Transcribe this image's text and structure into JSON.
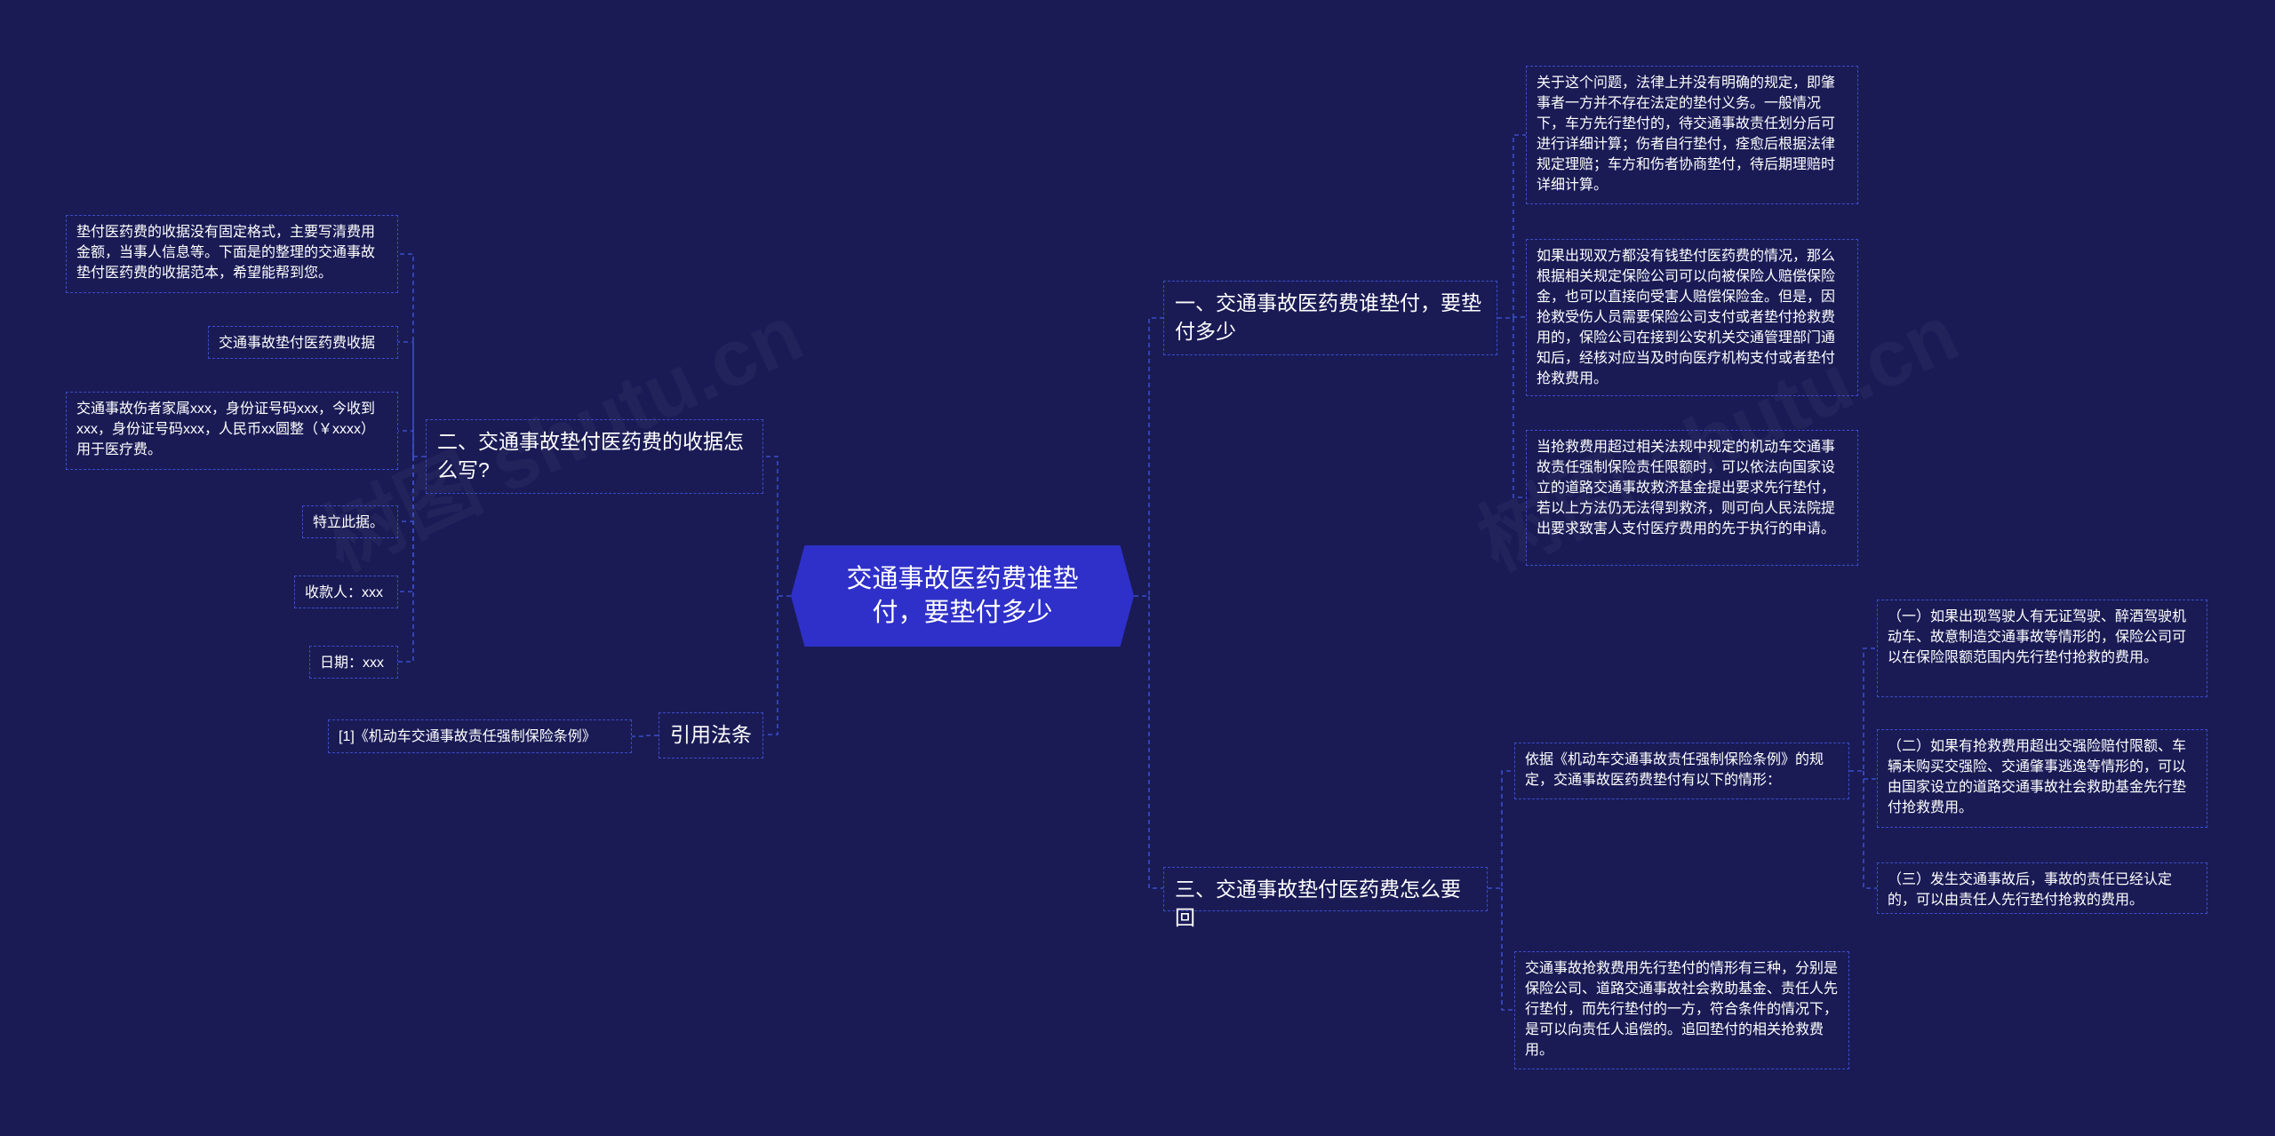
{
  "colors": {
    "background": "#1a1b55",
    "root": "#2f30c9",
    "line": "#3b4cc8"
  },
  "watermark": "树图 shutu.cn",
  "root": "交通事故医药费谁垫付，要垫付多少",
  "left": {
    "branch2": {
      "title": "二、交通事故垫付医药费的收据怎么写?",
      "items": [
        "垫付医药费的收据没有固定格式，主要写清费用金额，当事人信息等。下面是的整理的交通事故垫付医药费的收据范本，希望能帮到您。",
        "交通事故垫付医药费收据",
        "交通事故伤者家属xxx，身份证号码xxx，今收到xxx，身份证号码xxx，人民币xx圆整（￥xxxx）用于医疗费。",
        "特立此据。",
        "收款人：xxx",
        "日期：xxx"
      ]
    },
    "law": {
      "title": "引用法条",
      "items": [
        "[1]《机动车交通事故责任强制保险条例》"
      ]
    }
  },
  "right": {
    "branch1": {
      "title": "一、交通事故医药费谁垫付，要垫付多少",
      "items": [
        "关于这个问题，法律上并没有明确的规定，即肇事者一方并不存在法定的垫付义务。一般情况下，车方先行垫付的，待交通事故责任划分后可进行详细计算；伤者自行垫付，痊愈后根据法律规定理赔；车方和伤者协商垫付，待后期理赔时详细计算。",
        "如果出现双方都没有钱垫付医药费的情况，那么根据相关规定保险公司可以向被保险人赔偿保险金，也可以直接向受害人赔偿保险金。但是，因抢救受伤人员需要保险公司支付或者垫付抢救费用的，保险公司在接到公安机关交通管理部门通知后，经核对应当及时向医疗机构支付或者垫付抢救费用。",
        "当抢救费用超过相关法规中规定的机动车交通事故责任强制保险责任限额时，可以依法向国家设立的道路交通事故救济基金提出要求先行垫付，若以上方法仍无法得到救济，则可向人民法院提出要求致害人支付医疗费用的先于执行的申请。"
      ]
    },
    "branch3": {
      "title": "三、交通事故垫付医药费怎么要回",
      "items": [
        "依据《机动车交通事故责任强制保险条例》的规定，交通事故医药费垫付有以下的情形：",
        "交通事故抢救费用先行垫付的情形有三种，分别是保险公司、道路交通事故社会救助基金、责任人先行垫付，而先行垫付的一方，符合条件的情况下，是可以向责任人追偿的。追回垫付的相关抢救费用。"
      ],
      "subitems": [
        "（一）如果出现驾驶人有无证驾驶、醉酒驾驶机动车、故意制造交通事故等情形的，保险公司可以在保险限额范围内先行垫付抢救的费用。",
        "（二）如果有抢救费用超出交强险赔付限额、车辆未购买交强险、交通肇事逃逸等情形的，可以由国家设立的道路交通事故社会救助基金先行垫付抢救费用。",
        "（三）发生交通事故后，事故的责任已经认定的，可以由责任人先行垫付抢救的费用。"
      ]
    }
  }
}
